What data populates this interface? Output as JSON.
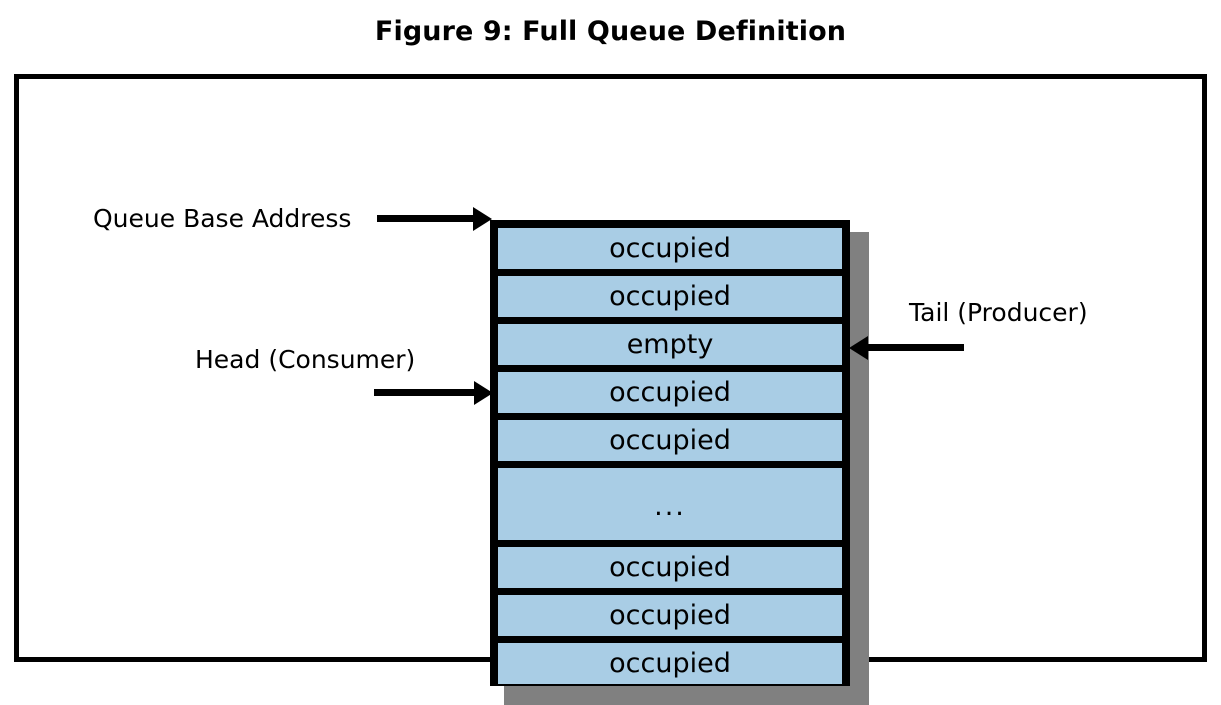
{
  "figure": {
    "title": "Figure 9: Full Queue Definition",
    "colors": {
      "slot_fill": "#a9cde5",
      "slot_border": "#000000",
      "shadow": "#808080",
      "frame_border": "#000000",
      "background": "#ffffff",
      "text": "#000000"
    }
  },
  "queue": {
    "slots": [
      {
        "state": "occupied",
        "label": "occupied"
      },
      {
        "state": "occupied",
        "label": "occupied"
      },
      {
        "state": "empty",
        "label": "empty"
      },
      {
        "state": "occupied",
        "label": "occupied"
      },
      {
        "state": "occupied",
        "label": "occupied"
      },
      {
        "state": "ellipsis",
        "label": "..."
      },
      {
        "state": "occupied",
        "label": "occupied"
      },
      {
        "state": "occupied",
        "label": "occupied"
      },
      {
        "state": "occupied",
        "label": "occupied"
      }
    ]
  },
  "annotations": {
    "base_address": {
      "label": "Queue Base Address",
      "arrow_direction": "right",
      "points_to_slot_index": 0
    },
    "head": {
      "label": "Head (Consumer)",
      "arrow_direction": "right",
      "points_to_slot_index": 3
    },
    "tail": {
      "label": "Tail (Producer)",
      "arrow_direction": "left",
      "points_to_slot_index": 2
    }
  }
}
